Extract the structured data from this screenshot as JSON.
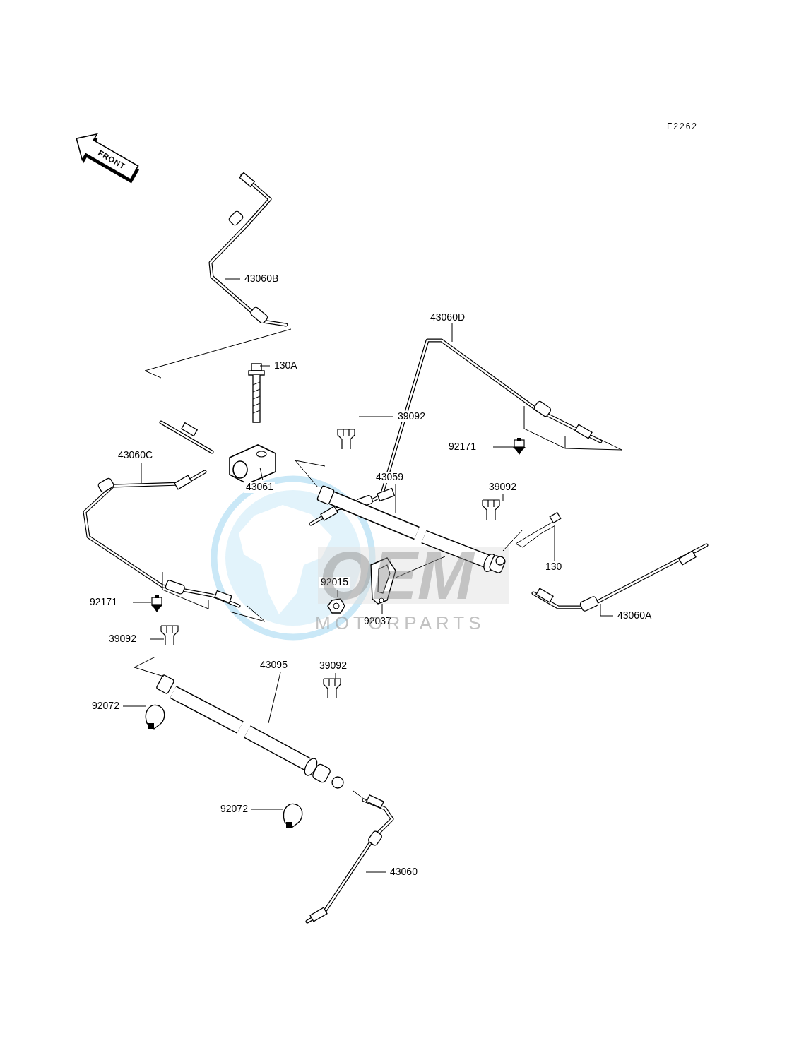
{
  "diagram": {
    "labels": [
      "F2262",
      "FRONT",
      "43060B",
      "43060D",
      "130A",
      "39092",
      "92171",
      "39092",
      "43060C",
      "43061",
      "43059",
      "130",
      "92015",
      "92171",
      "39092",
      "92037",
      "43060A",
      "39092",
      "43095",
      "92072",
      "92072",
      "43060",
      "OEM",
      "MOTORPARTS"
    ]
  }
}
